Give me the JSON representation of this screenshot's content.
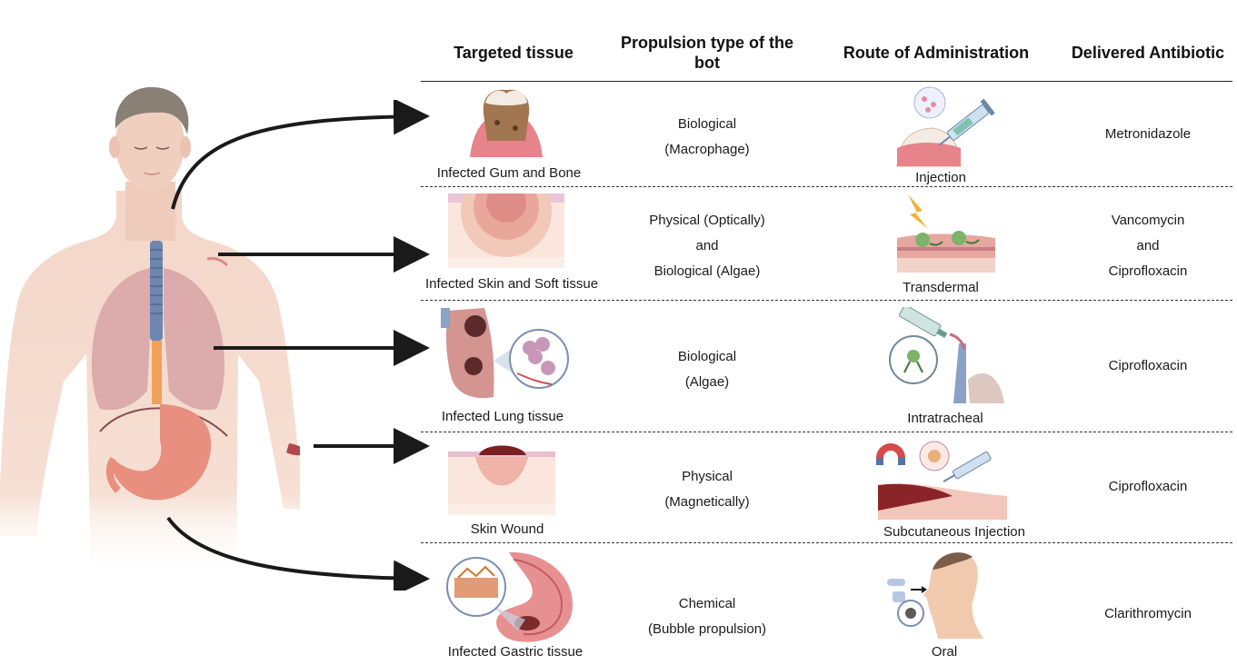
{
  "headers": {
    "tissue": "Targeted tissue",
    "propulsion": "Propulsion type of the bot",
    "route": "Route of Administration",
    "antibiotic": "Delivered Antibiotic"
  },
  "rows": [
    {
      "tissue": "Infected Gum and Bone",
      "propulsion": [
        "Biological",
        "(Macrophage)"
      ],
      "route": "Injection",
      "antibiotic": [
        "Metronidazole"
      ]
    },
    {
      "tissue": "Infected Skin and Soft tissue",
      "propulsion": [
        "Physical (Optically)",
        "and",
        "Biological (Algae)"
      ],
      "route": "Transdermal",
      "antibiotic": [
        "Vancomycin",
        "and",
        "Ciprofloxacin"
      ]
    },
    {
      "tissue": "Infected Lung tissue",
      "propulsion": [
        "Biological",
        "(Algae)"
      ],
      "route": "Intratracheal",
      "antibiotic": [
        "Ciprofloxacin"
      ]
    },
    {
      "tissue": "Skin Wound",
      "propulsion": [
        "Physical",
        "(Magnetically)"
      ],
      "route": "Subcutaneous Injection",
      "antibiotic": [
        "Ciprofloxacin"
      ]
    },
    {
      "tissue": "Infected Gastric tissue",
      "propulsion": [
        "Chemical",
        "(Bubble propulsion)"
      ],
      "route": "Oral",
      "antibiotic": [
        "Clarithromycin"
      ]
    }
  ],
  "icons": {
    "body": "human-body-anatomy-icon",
    "tissue": [
      "gum-bone-icon",
      "skin-soft-tissue-icon",
      "lung-tissue-icon",
      "skin-wound-icon",
      "gastric-tissue-icon"
    ],
    "route": [
      "syringe-injection-icon",
      "transdermal-light-icon",
      "intratracheal-icon",
      "magnet-syringe-icon",
      "oral-pill-icon"
    ]
  },
  "colors": {
    "skin": "#f3d6c8",
    "organ": "#e88f7f",
    "lung": "#c98f95",
    "trachea": "#6d87b0",
    "arrow": "#1a1a1a",
    "rule": "#222222"
  }
}
